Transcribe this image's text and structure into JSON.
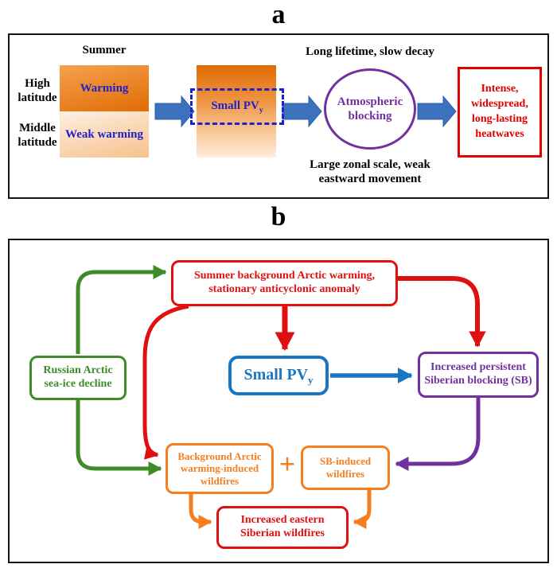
{
  "panel_a": {
    "label": "a",
    "summer": "Summer",
    "high_latitude": "High latitude",
    "middle_latitude": "Middle latitude",
    "warming": "Warming",
    "weak_warming": "Weak warming",
    "small_pv_base": "Small PV",
    "small_pv_sub": "y",
    "note_top": "Long lifetime, slow decay",
    "blocking": "Atmospheric blocking",
    "note_bottom": "Large zonal scale, weak eastward movement",
    "heatwaves": "Intense, widespread, long-lasting heatwaves"
  },
  "panel_b": {
    "label": "b",
    "arctic_warming": "Summer background Arctic warming, stationary anticyclonic anomaly",
    "sea_ice_decline": "Russian Arctic sea-ice decline",
    "small_pv_base": "Small PV",
    "small_pv_sub": "y",
    "siberian_blocking": "Increased persistent Siberian blocking (SB)",
    "warming_wildfires": "Background Arctic warming-induced wildfires",
    "plus_sign": "+",
    "sb_wildfires": "SB-induced wildfires",
    "eastern_wildfires": "Increased eastern Siberian wildfires"
  },
  "colors": {
    "red": "#e01010",
    "green": "#3f8b27",
    "blue_royal": "#1f22cc",
    "blue": "#1a75c2",
    "purple": "#7030a0",
    "orange": "#f57e20",
    "block_arrow_blue": "#3c72bd",
    "gradient_dark_orange": "#e06c04",
    "gradient_light_orange": "#fdf0e3"
  }
}
